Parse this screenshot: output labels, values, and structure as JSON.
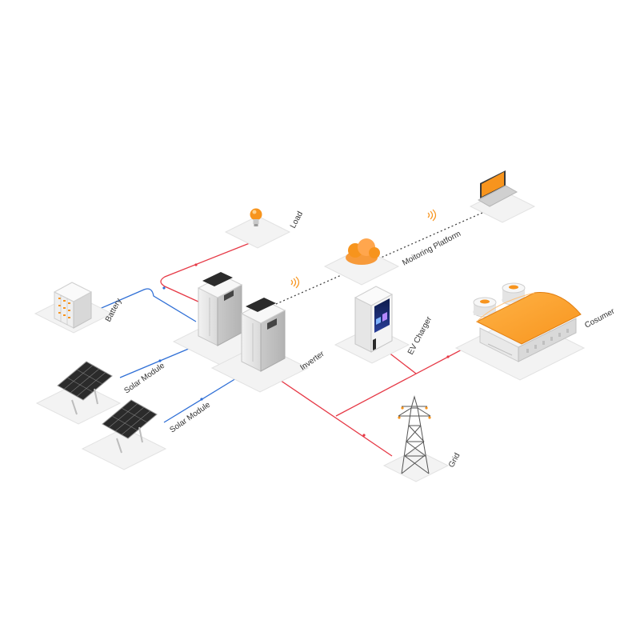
{
  "labels": {
    "load": "Load",
    "monitoring": "Moitoring Platform",
    "battery": "Battery",
    "solar_1": "Solar Module",
    "solar_2": "Solar Module",
    "inverter": "Inverter",
    "ev_charger": "EV Charger",
    "consumer": "Cosumer",
    "grid": "Grid"
  },
  "cloud_badge": "",
  "colors": {
    "ac_line": "#e63946",
    "dc_line": "#2f6fd6",
    "comm_line": "#444444",
    "accent": "#f7941d"
  },
  "icons": [
    "lightbulb-icon",
    "cloud-icon",
    "laptop-icon",
    "wifi-icon",
    "battery-rack-icon",
    "solar-panel-icon",
    "inverter-cabinet-icon",
    "ev-charger-icon",
    "factory-icon",
    "transmission-tower-icon"
  ]
}
